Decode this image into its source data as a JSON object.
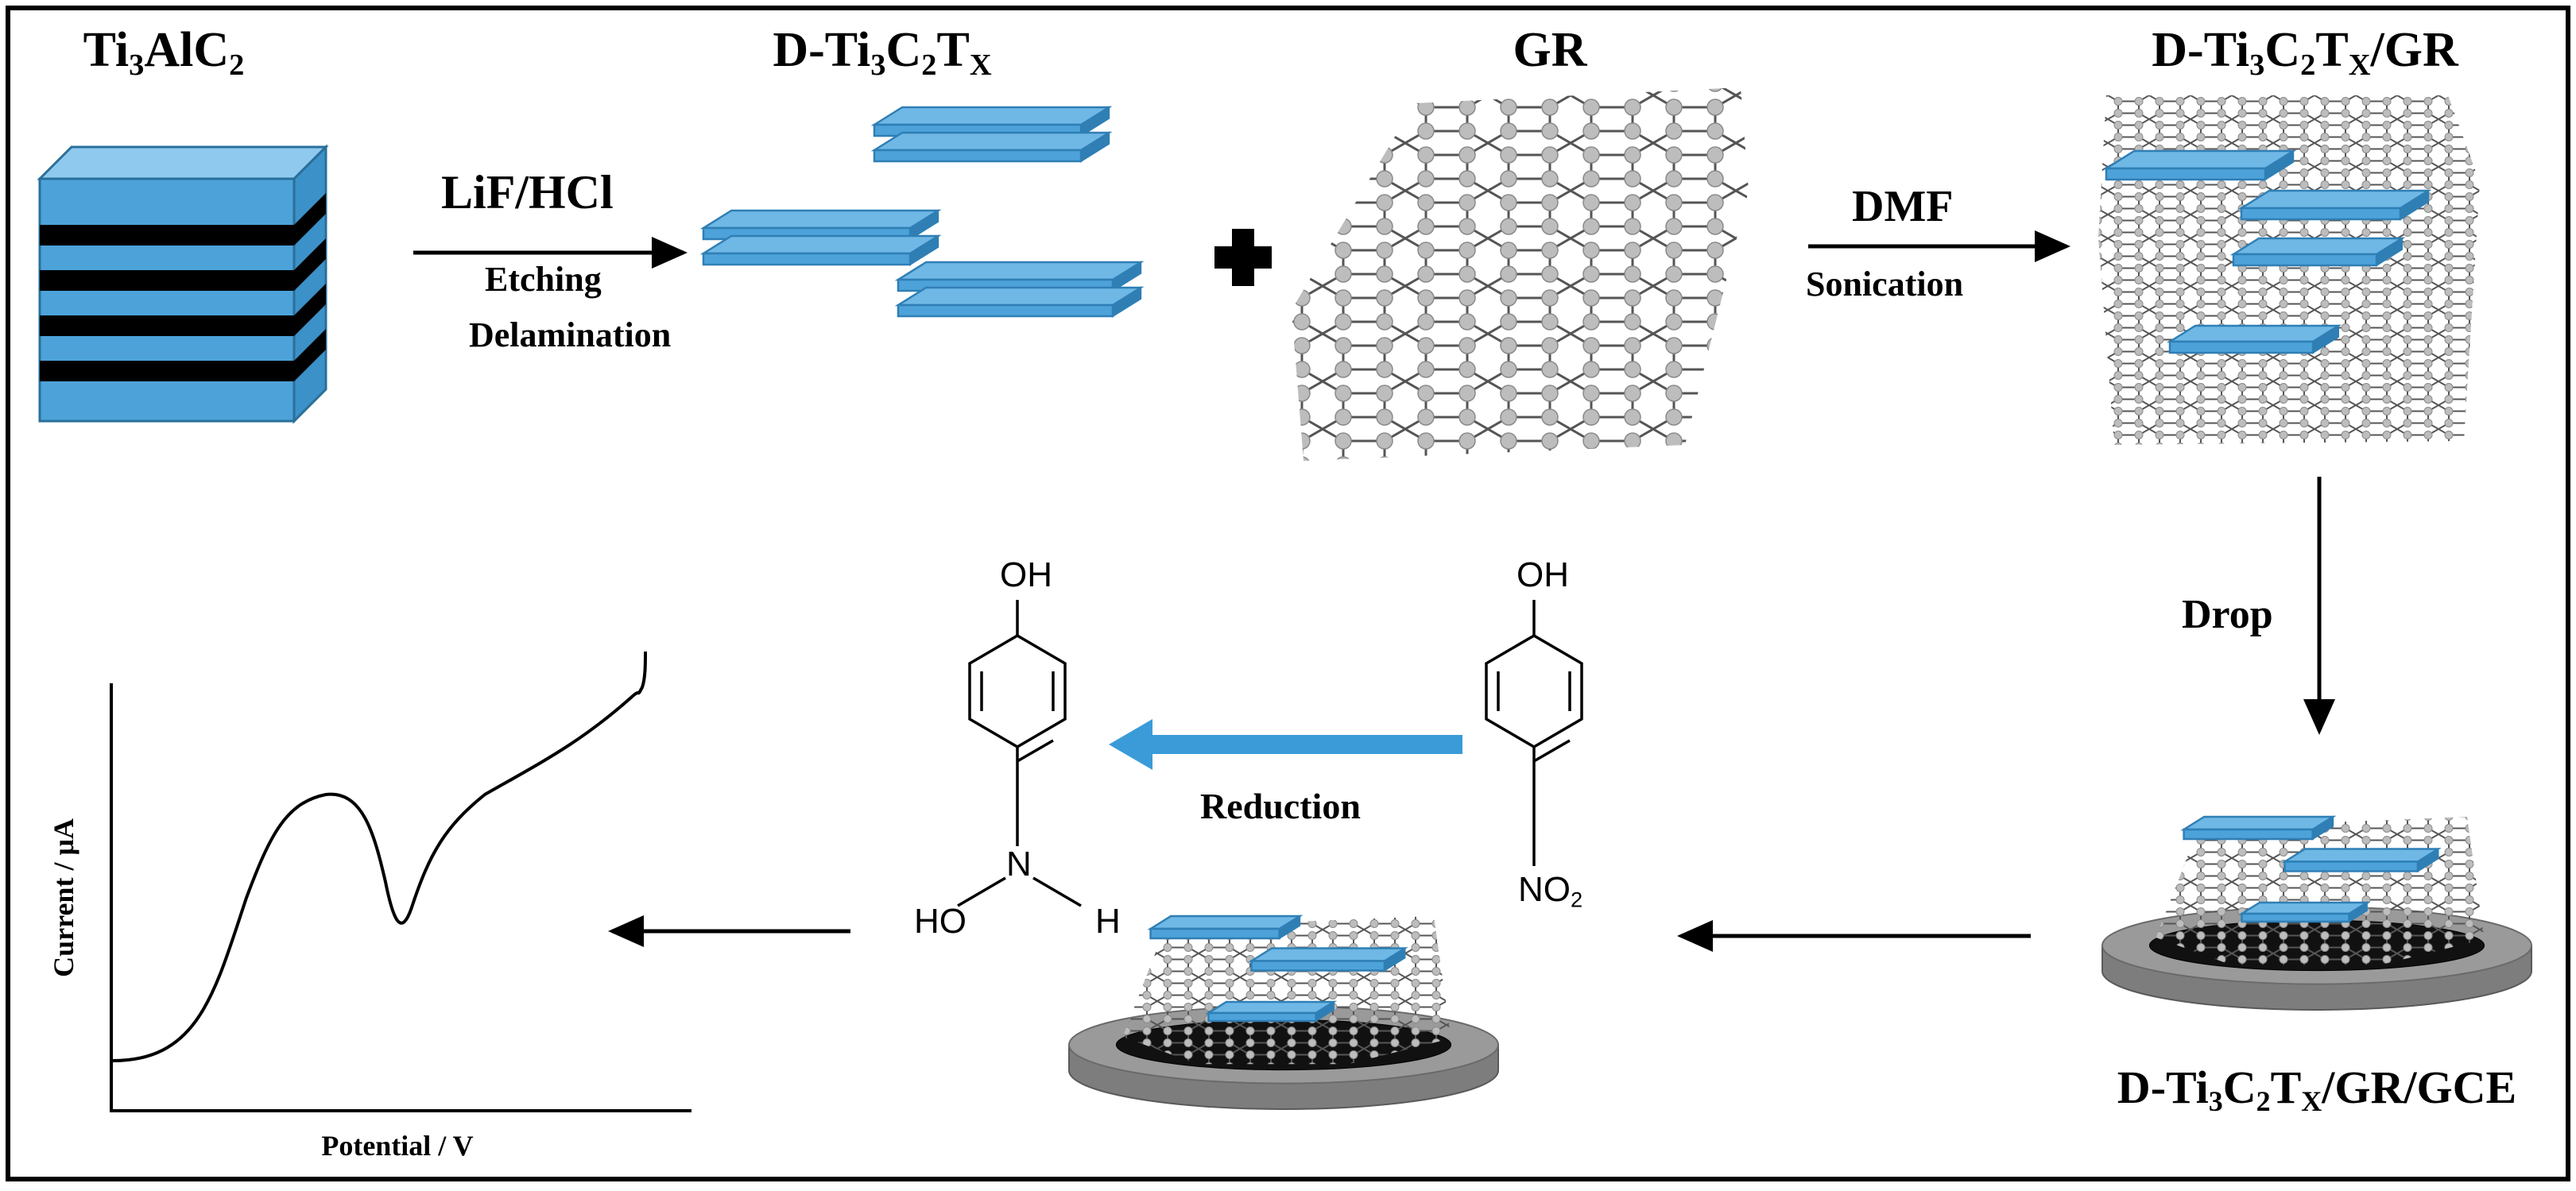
{
  "labels": {
    "ti3alc2": {
      "main": "Ti",
      "s1": "3",
      "mid": "AlC",
      "s2": "2"
    },
    "d_ti3c2tx": {
      "pre": "D-Ti",
      "s1": "3",
      "mid": "C",
      "s2": "2",
      "t": "T",
      "s3": "X"
    },
    "gr": "GR",
    "d_ti3c2tx_gr": {
      "pre": "D-Ti",
      "s1": "3",
      "mid": "C",
      "s2": "2",
      "t": "T",
      "s3": "X",
      "post": "/GR"
    },
    "d_ti3c2tx_gr_gce": {
      "pre": "D-Ti",
      "s1": "3",
      "mid": "C",
      "s2": "2",
      "t": "T",
      "s3": "X",
      "post": "/GR/GCE"
    },
    "lif_hcl": "LiF/HCl",
    "etching": "Etching",
    "delamination": "Delamination",
    "dmf": "DMF",
    "sonication": "Sonication",
    "drop": "Drop",
    "reduction": "Reduction"
  },
  "molecules": {
    "nitrophenol": {
      "top": "OH",
      "bottom": "NO",
      "bottom_sub": "2"
    },
    "hydroxylamine": {
      "top": "OH",
      "n": "N",
      "left": "HO",
      "right": "H"
    }
  },
  "plot": {
    "ylabel": "Current / μA",
    "xlabel": "Potential / V"
  },
  "colors": {
    "mxene_blue": "#4da3d9",
    "mxene_blue_dark": "#2f7fb5",
    "graphene_atom": "#b7b7b7",
    "electrode_grey": "#9a9a9a",
    "reduction_arrow": "#3a9bd8"
  }
}
